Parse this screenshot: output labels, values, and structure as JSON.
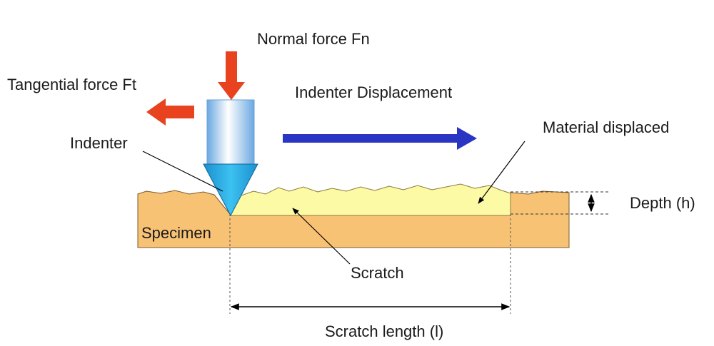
{
  "labels": {
    "normal_force": "Normal force Fn",
    "tangential_force": "Tangential force Ft",
    "indenter_displacement": "Indenter Displacement",
    "indenter": "Indenter",
    "material_displaced": "Material displaced",
    "depth": "Depth (h)",
    "specimen": "Specimen",
    "scratch": "Scratch",
    "scratch_length": "Scratch length  (l)"
  },
  "colors": {
    "force_arrow": "#e8421f",
    "displacement_arrow": "#2b35c4",
    "specimen_fill": "#f8c274",
    "displaced_material_fill": "#fdfaa6",
    "indenter_tip": "#1fa8e0",
    "indenter_shaft_edge": "#7fb6e6"
  }
}
